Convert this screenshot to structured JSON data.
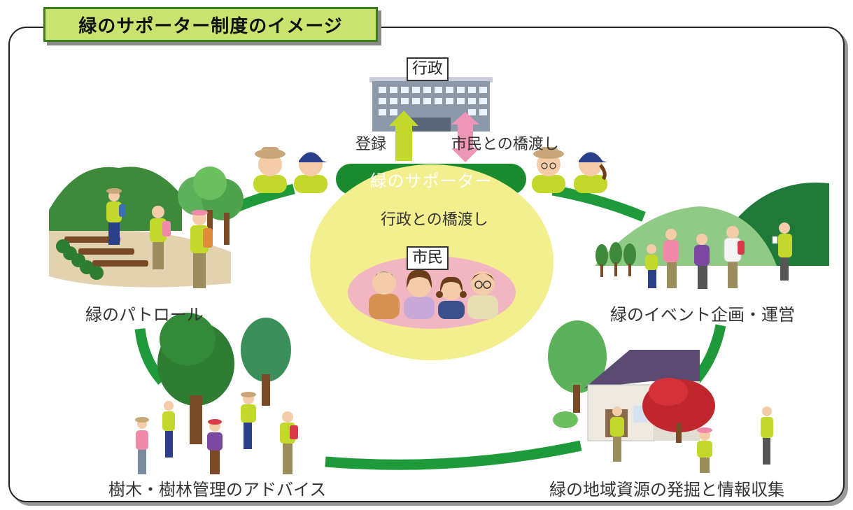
{
  "title": "緑のサポーター制度のイメージ",
  "center": {
    "gov_label": "行政",
    "register_label": "登録",
    "bridge_citizens_label": "市民との橋渡し",
    "supporter_label": "緑のサポーター",
    "bridge_gov_label": "行政との橋渡し",
    "citizens_label": "市民"
  },
  "activities": {
    "patrol": "緑のパトロール",
    "event": "緑のイベント企画・運営",
    "advice": "樹木・樹林管理のアドバイス",
    "resources": "緑の地域資源の発掘と情報収集"
  },
  "colors": {
    "arc_green": "#1e9a3a",
    "band_green": "#1a8a2e",
    "title_fill": "#c9e36e",
    "oval_yellow": "#f3ef8e",
    "oval_pink": "#f2b6c2",
    "arrow_lime": "#c2d92b",
    "arrow_pink": "#ef95b5"
  }
}
